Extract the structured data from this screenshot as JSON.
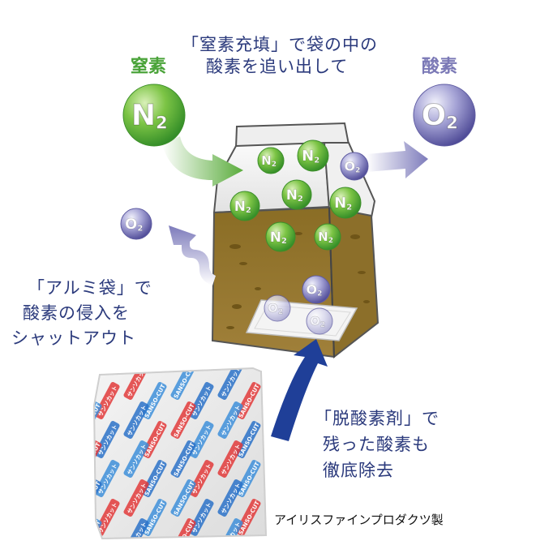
{
  "labels": {
    "nitrogen": "窒素",
    "oxygen": "酸素",
    "top_caption": [
      "「窒素充填」で袋の中の",
      "酸素を追い出して"
    ],
    "left_caption": [
      "「アルミ袋」で",
      "酸素の侵入を",
      "シャットアウト"
    ],
    "right_caption": [
      "「脱酸素剤」で",
      "残った酸素も",
      "徹底除去"
    ],
    "maker": "アイリスファインプロダクツ製"
  },
  "molecules": {
    "n2": {
      "letter": "N",
      "sub": "2"
    },
    "o2": {
      "letter": "O",
      "sub": "2"
    }
  },
  "packet_text": [
    "SANSO-CUT",
    "サンソカット"
  ],
  "colors": {
    "text_blue": "#2b3a7c",
    "nitrogen_green": "#4aa339",
    "oxygen_purple": "#6f6daf",
    "bag_contents": "#9a7a2e",
    "arrow_blue": "#1f3f98"
  }
}
